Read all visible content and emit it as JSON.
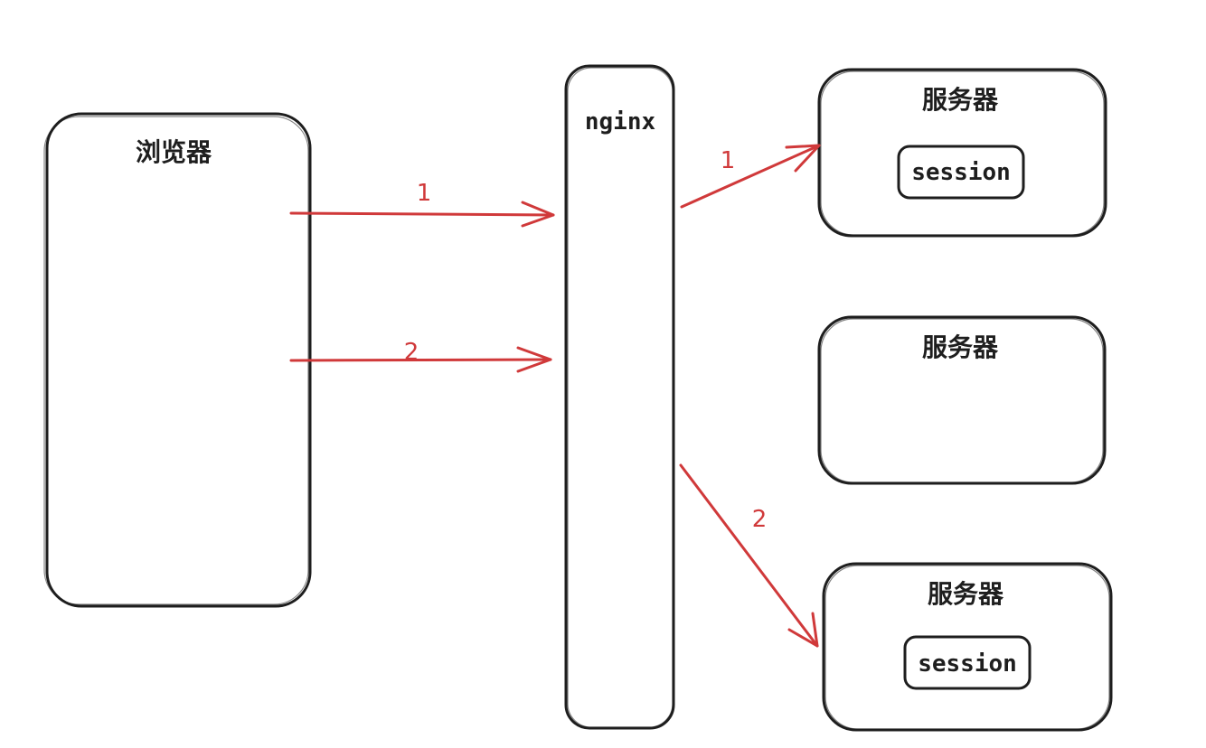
{
  "browser": {
    "label": "浏览器"
  },
  "nginx": {
    "label": "nginx"
  },
  "servers": [
    {
      "label": "服务器",
      "session": "session"
    },
    {
      "label": "服务器"
    },
    {
      "label": "服务器",
      "session": "session"
    }
  ],
  "arrows": {
    "browser_to_nginx_1": "1",
    "browser_to_nginx_2": "2",
    "nginx_to_server_1": "1",
    "nginx_to_server_3": "2"
  },
  "colors": {
    "stroke": "#1e1e1e",
    "arrow": "#d0393a",
    "background": "#ffffff"
  }
}
